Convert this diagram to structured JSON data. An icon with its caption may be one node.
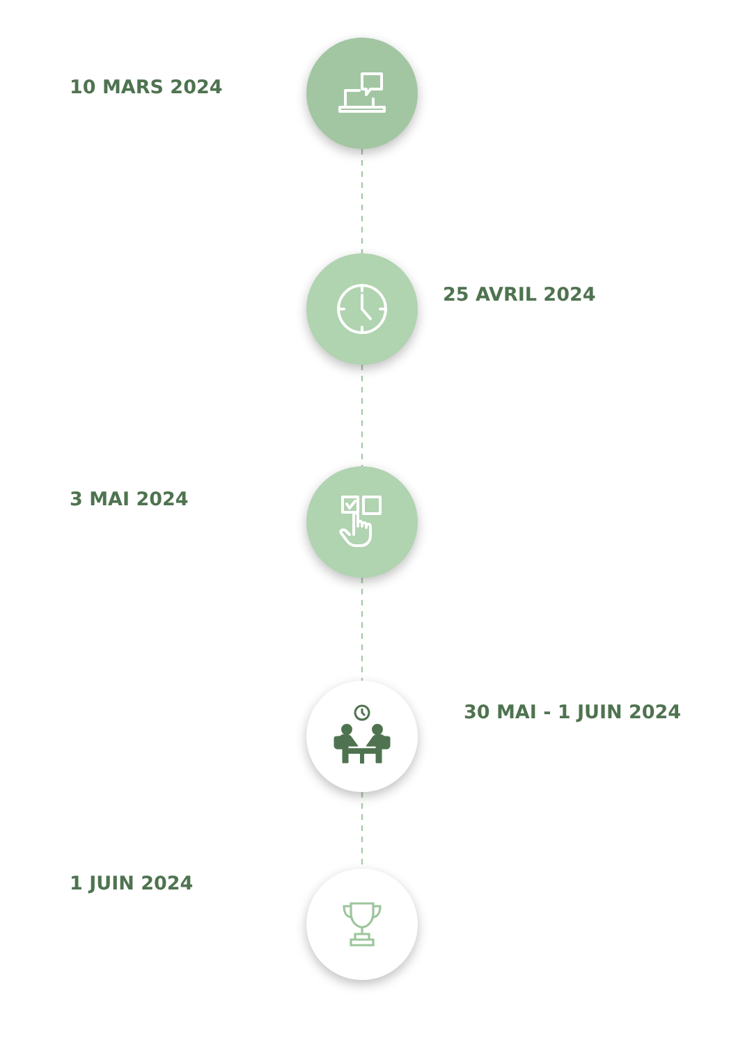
{
  "diagram": {
    "nodes": [
      {
        "text": [],
        "shape": "circle"
      },
      {
        "text": [],
        "shape": "circle"
      },
      {
        "text": [],
        "shape": "circle"
      },
      {
        "text": [],
        "shape": "circle"
      },
      {
        "text": [],
        "shape": "circle"
      }
    ],
    "edges": [
      {
        "from": 0,
        "to": 1,
        "arrow": "none",
        "style": "dashed"
      },
      {
        "from": 1,
        "to": 2,
        "arrow": "none",
        "style": "dashed"
      },
      {
        "from": 2,
        "to": 3,
        "arrow": "none",
        "style": "dashed"
      },
      {
        "from": 3,
        "to": 4,
        "arrow": "none",
        "style": "dashed"
      }
    ],
    "labels": [
      "10 MARS 2024",
      "25 AVRIL 2024",
      "3 MAI 2024",
      "30 MAI - 1 JUIN 2024",
      "1 JUIN 2024"
    ]
  }
}
